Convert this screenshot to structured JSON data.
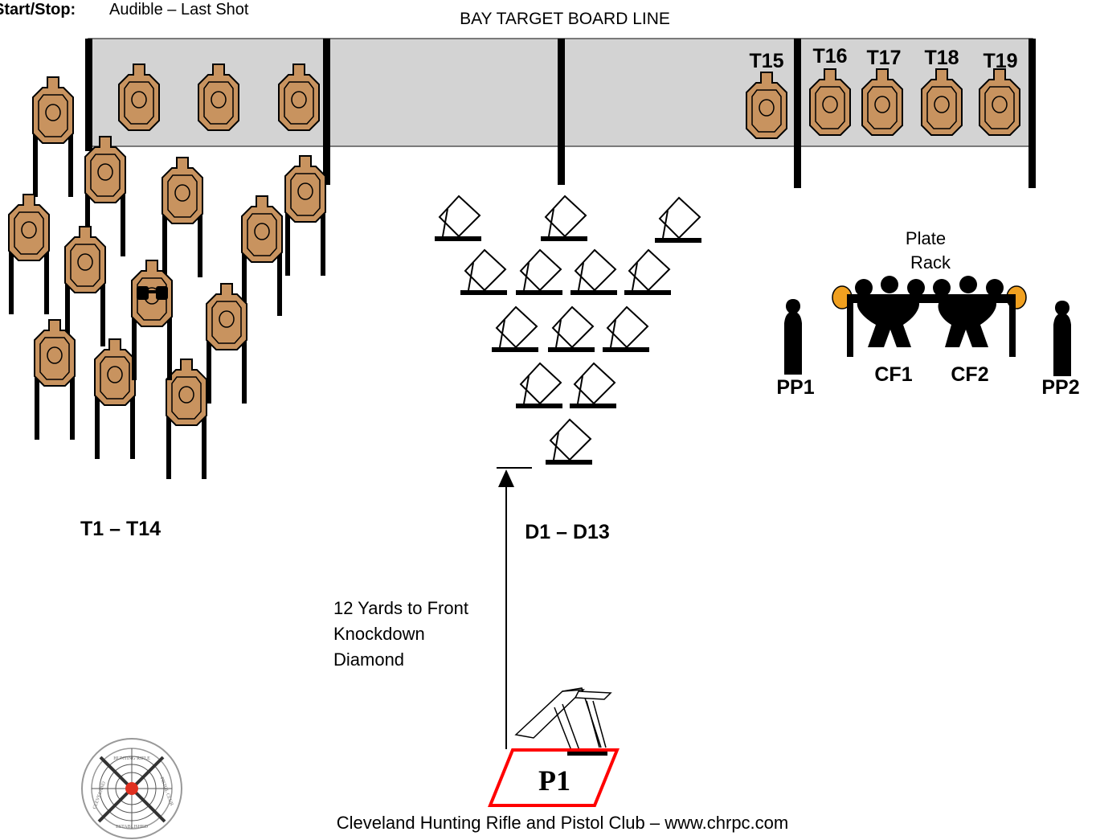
{
  "header": {
    "start_stop_label": "Start/Stop:",
    "start_stop_value": "Audible – Last Shot",
    "board_line_label": "BAY TARGET BOARD LINE"
  },
  "labels": {
    "t15": "T15",
    "t16": "T16",
    "t17": "T17",
    "t18": "T18",
    "t19": "T19",
    "plate_rack_line1": "Plate",
    "plate_rack_line2": "Rack",
    "pp1": "PP1",
    "pp2": "PP2",
    "cf1": "CF1",
    "cf2": "CF2",
    "group_t": "T1 – T14",
    "group_d": "D1 – D13",
    "distance_line1": "12 Yards to Front",
    "distance_line2": "Knockdown",
    "distance_line3": "Diamond",
    "position": "P1",
    "footer": "Cleveland Hunting Rifle and Pistol Club – www.chrpc.com"
  },
  "logo": {
    "ring_text_top": "HUNTING RIFLE",
    "ring_text_left": "CLEVELAND",
    "ring_text_right": "PISTOL CLUB",
    "ring_text_bottom": "ESTABLISHED"
  },
  "colors": {
    "target_tan": "#c8935f",
    "board_gray": "#d3d3d3",
    "orange_plate": "#f0a020",
    "box_red": "#ff0000",
    "logo_red": "#e03020"
  }
}
